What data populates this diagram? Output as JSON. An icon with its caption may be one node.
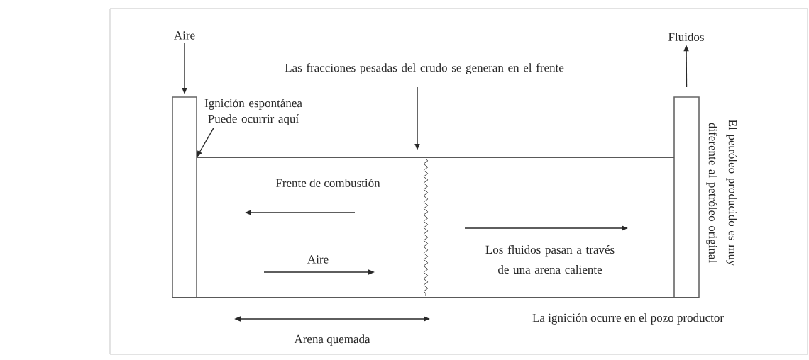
{
  "diagram": {
    "nodes": [
      {
        "text": [],
        "shape": "box"
      },
      {
        "text": [],
        "shape": "box"
      },
      {
        "text": [
          "Aire"
        ]
      },
      {
        "text": [
          "Fluidos"
        ]
      },
      {
        "text": [
          "Ignición espontánea Puede ocurrir aquí"
        ]
      },
      {
        "text": [
          "Las fracciones pesadas del crudo se generan en el frente"
        ]
      }
    ],
    "edges": [
      {
        "from": 2,
        "to": 0,
        "arrow": "to"
      },
      {
        "from": 1,
        "to": 3,
        "arrow": "to"
      },
      {
        "from": 4,
        "to": 0,
        "arrow": "to"
      },
      {
        "from": 5,
        "to": null,
        "arrow": "to"
      }
    ],
    "labels": [
      "El petróleo producido es muy diferente al petróleo original",
      "Frente de combustión",
      "Aire",
      "Los fluidos pasan a través de una arena caliente",
      "La ignición ocurre en el pozo productor",
      "Arena quemada"
    ]
  }
}
